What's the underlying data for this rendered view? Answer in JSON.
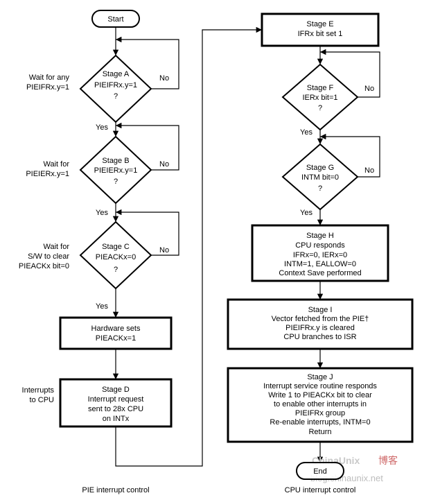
{
  "terminals": {
    "start": "Start",
    "end": "End"
  },
  "stage_a": {
    "lines": [
      "Stage A",
      "PIEIFRx.y=1",
      "?"
    ],
    "side": [
      "Wait for any",
      "PIEIFRx.y=1"
    ],
    "no": "No",
    "yes": "Yes"
  },
  "stage_b": {
    "lines": [
      "Stage B",
      "PIEIERx.y=1",
      "?"
    ],
    "side": [
      "Wait for",
      "PIEIERx.y=1"
    ],
    "no": "No",
    "yes": "Yes"
  },
  "stage_c": {
    "lines": [
      "Stage C",
      "PIEACKx=0",
      "?"
    ],
    "side": [
      "Wait for",
      "S/W to clear",
      "PIEACKx bit=0"
    ],
    "no": "No",
    "yes": "Yes"
  },
  "hardware": {
    "lines": [
      "Hardware sets",
      "PIEACKx=1"
    ]
  },
  "stage_d": {
    "lines": [
      "Stage D",
      "Interrupt request",
      "sent to 28x CPU",
      "on INTx"
    ],
    "side": [
      "Interrupts",
      "to CPU"
    ]
  },
  "stage_e": {
    "lines": [
      "Stage E",
      "IFRx bit set 1"
    ]
  },
  "stage_f": {
    "lines": [
      "Stage F",
      "IERx bit=1",
      "?"
    ],
    "no": "No",
    "yes": "Yes"
  },
  "stage_g": {
    "lines": [
      "Stage G",
      "INTM bit=0",
      "?"
    ],
    "no": "No",
    "yes": "Yes"
  },
  "stage_h": {
    "lines": [
      "Stage H",
      "CPU responds",
      "IFRx=0, IERx=0",
      "INTM=1, EALLOW=0",
      "Context Save performed"
    ]
  },
  "stage_i": {
    "lines": [
      "Stage I",
      "Vector fetched from the PIE†",
      "PIEIFRx.y is cleared",
      "CPU branches to ISR"
    ]
  },
  "stage_j": {
    "lines": [
      "Stage J",
      "Interrupt service routine responds",
      "Write 1 to PIEACKx bit to clear",
      "to enable other interrupts in",
      "PIEIFRx group",
      "Re-enable interrupts, INTM=0",
      "Return"
    ]
  },
  "captions": {
    "left": "PIE interrupt control",
    "right": "CPU interrupt control"
  },
  "watermark": {
    "brand": "ChinaUnix",
    "brand_cn": "博客",
    "url": "blog.chinaunix.net"
  }
}
